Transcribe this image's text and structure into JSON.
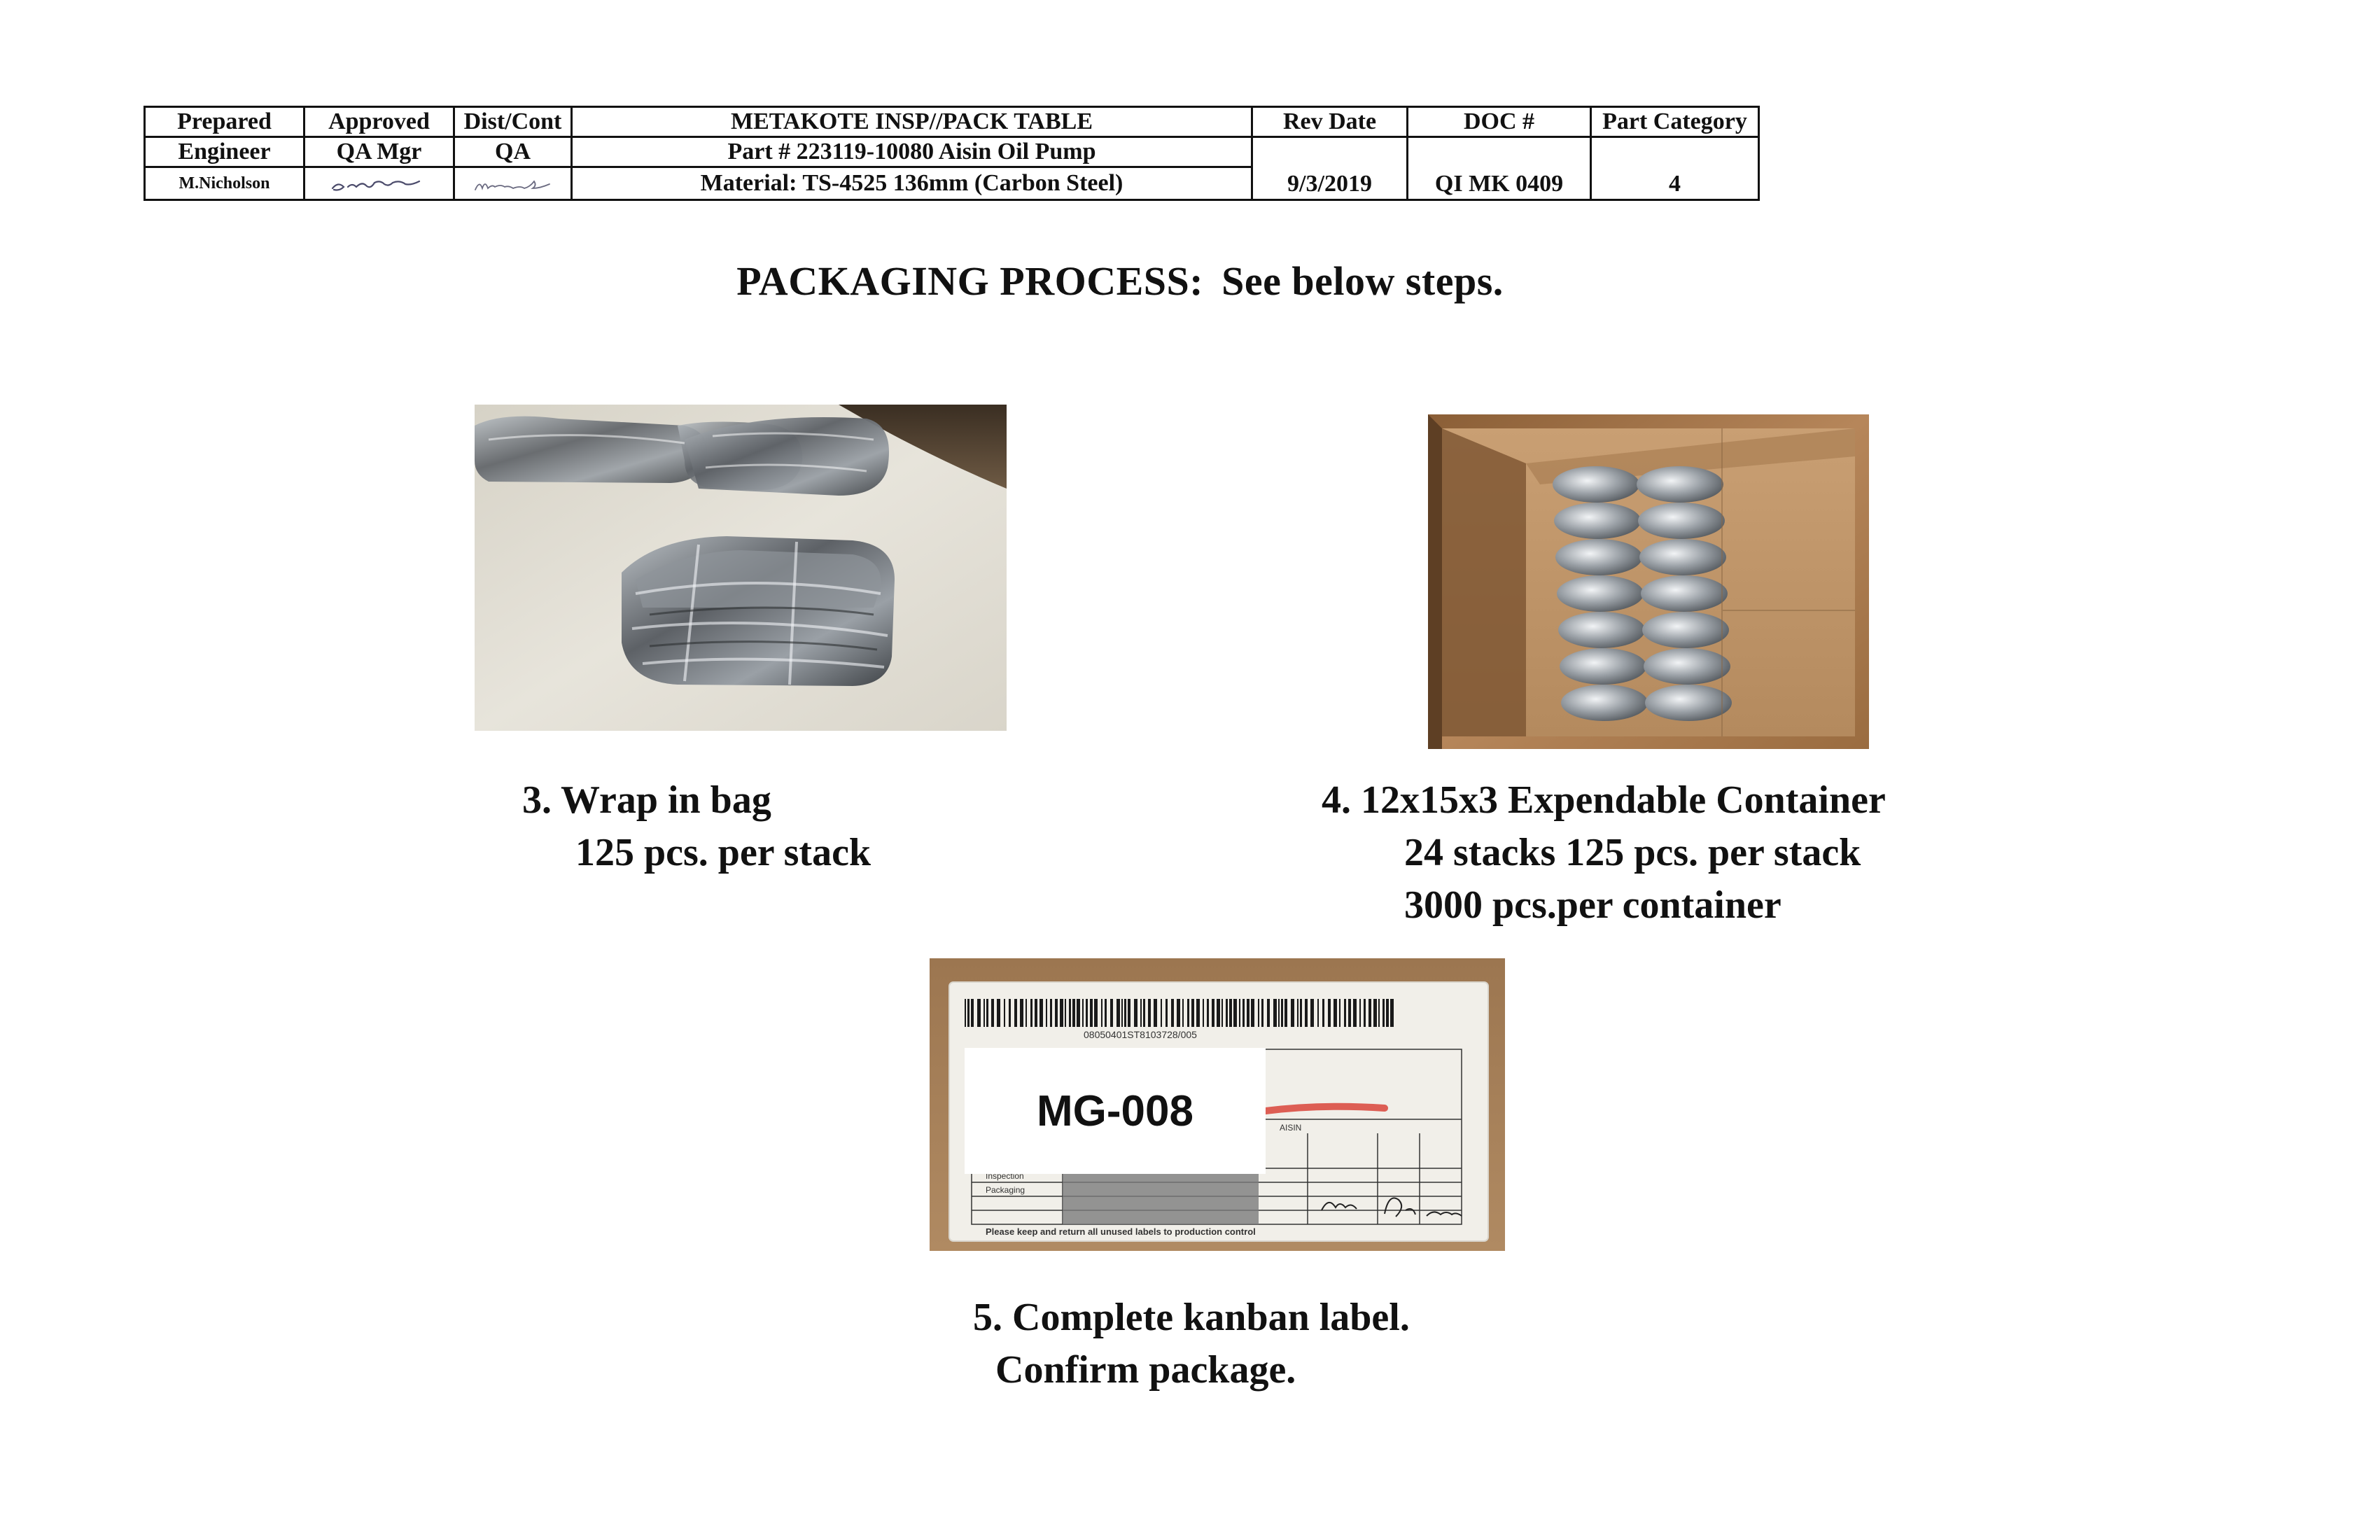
{
  "header": {
    "row1": {
      "prepared": "Prepared",
      "approved": "Approved",
      "dist_cont": "Dist/Cont",
      "table_name": "METAKOTE  INSP//PACK  TABLE",
      "rev_date": "Rev Date",
      "doc_no": "DOC #",
      "part_category": "Part Category"
    },
    "row2": {
      "prepared": "Engineer",
      "approved": "QA Mgr",
      "dist_cont": "QA",
      "part_line": "Part # 223119-10080  Aisin Oil Pump"
    },
    "row3": {
      "prepared": "M.Nicholson",
      "approved_signature": "J.Brown",
      "dist_signature": "McConnell",
      "material_line": "Material:  TS-4525  136mm  (Carbon Steel)",
      "rev_date": "9/3/2019",
      "doc_no": "QI MK 0409",
      "part_category": "4"
    }
  },
  "title": {
    "lead": "PACKAGING  PROCESS:",
    "rest": "See below steps."
  },
  "steps": {
    "step3": {
      "line1": "3. Wrap in bag",
      "line2": "125 pcs. per stack"
    },
    "step4": {
      "line1": "4. 12x15x3 Expendable Container",
      "line2": "24 stacks 125 pcs. per stack",
      "line3": "3000 pcs.per container"
    },
    "step5": {
      "line1": "5. Complete kanban label.",
      "line2": "Confirm package."
    }
  },
  "photos": {
    "wrap": {
      "icon": "wrapped-stack-photo"
    },
    "container": {
      "icon": "box-photo"
    },
    "kanban": {
      "icon": "kanban-label-photo",
      "mg_label": "MG-008"
    }
  }
}
